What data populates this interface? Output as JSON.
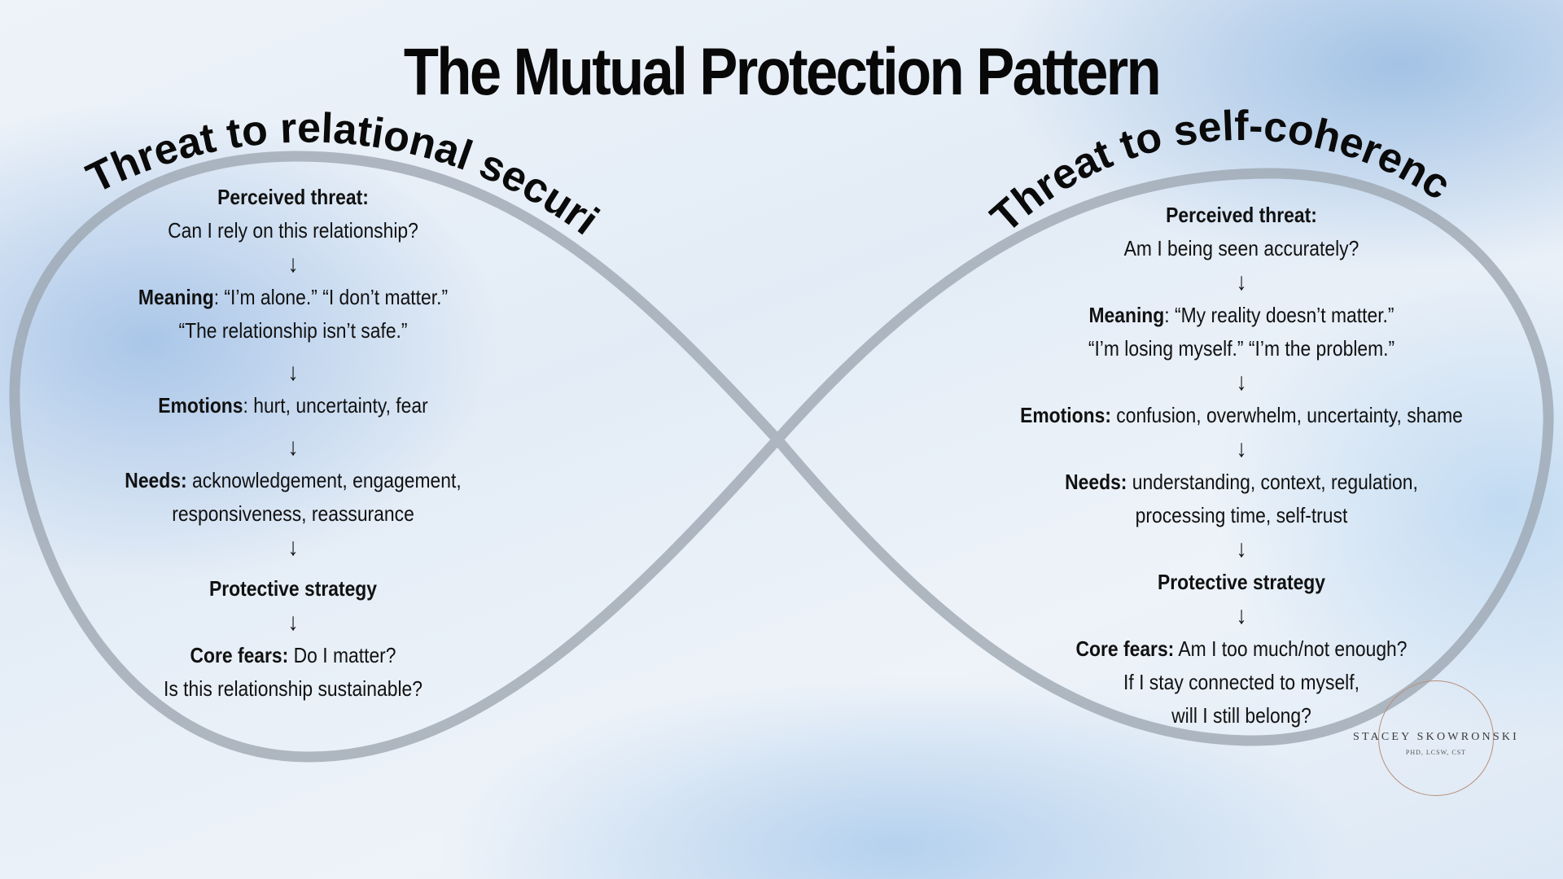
{
  "title": "The Mutual Protection Pattern",
  "colors": {
    "loop_stroke": "#9aa3ad",
    "text": "#111111",
    "logo_ring": "#b88f7a"
  },
  "left": {
    "heading": "Threat to relational security:",
    "perceived_label": "Perceived threat:",
    "perceived_text": "Can I rely on this relationship?",
    "meaning_label": "Meaning",
    "meaning_text_1": ": “I’m alone.”  “I don’t matter.”",
    "meaning_text_2": "“The relationship isn’t safe.”",
    "emotions_label": "Emotions",
    "emotions_text": ": hurt, uncertainty, fear",
    "needs_label": "Needs:",
    "needs_text_1": " acknowledgement, engagement,",
    "needs_text_2": "responsiveness, reassurance",
    "strategy_label": "Protective strategy",
    "fears_label": "Core fears:",
    "fears_text_1": " Do I matter?",
    "fears_text_2": "Is this relationship sustainable?"
  },
  "right": {
    "heading": "Threat to self-coherence",
    "perceived_label": "Perceived threat:",
    "perceived_text": "Am I being seen accurately?",
    "meaning_label": "Meaning",
    "meaning_text_1": ": “My reality doesn’t matter.”",
    "meaning_text_2": "“I’m losing myself.”  “I’m the problem.”",
    "emotions_label": "Emotions:",
    "emotions_text": " confusion, overwhelm, uncertainty, shame",
    "needs_label": "Needs:",
    "needs_text_1": " understanding, context, regulation,",
    "needs_text_2": "processing time, self-trust",
    "strategy_label": "Protective strategy",
    "fears_label": "Core fears:",
    "fears_text_1": " Am I too much/not enough?",
    "fears_text_2": "If I stay connected to myself,",
    "fears_text_3": "will I still belong?"
  },
  "arrow_glyph": "↓",
  "logo": {
    "name": "STACEY SKOWRONSKI",
    "credentials": "PHD, LCSW, CST"
  }
}
